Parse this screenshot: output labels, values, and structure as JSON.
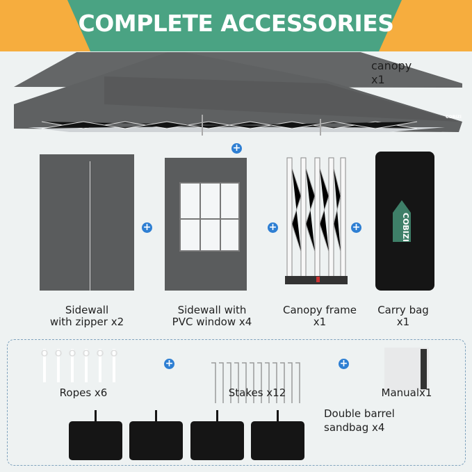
{
  "header": {
    "title": "COMPLETE ACCESSORIES",
    "colors": {
      "orange": "#f6ad3e",
      "green": "#4aa383"
    }
  },
  "items": {
    "canopy": "canopy\nx1",
    "canopy_logo": "COBIZI",
    "sidewall_zipper": "Sidewall\nwith zipper  x2",
    "sidewall_window": "Sidewall with\nPVC window  x4",
    "frame": "Canopy frame\nx1",
    "carry_bag": "Carry bag\nx1",
    "bag_logo": "COBIZI",
    "ropes": "Ropes x6",
    "stakes": "Stakes x12",
    "manual": "Manualx1",
    "sandbag": "Double barrel\nsandbag x4"
  },
  "plus_icon": "+"
}
